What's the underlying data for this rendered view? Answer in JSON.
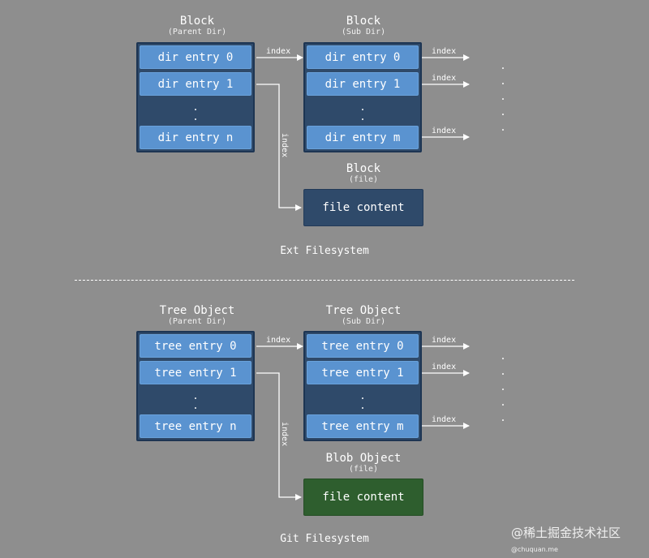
{
  "colors": {
    "background": "#8e8e8e",
    "block_fill": "#2f4a6a",
    "entry_fill": "#5a93d0",
    "file_block_fill": "#2f4a6a",
    "git_blob_fill": "#2e5e2e"
  },
  "ext": {
    "parent": {
      "title": "Block",
      "subtitle": "(Parent Dir)",
      "entries": [
        "dir entry 0",
        "dir entry 1",
        "dir entry n"
      ],
      "dots": [
        ".",
        "."
      ]
    },
    "sub": {
      "title": "Block",
      "subtitle": "(Sub Dir)",
      "entries": [
        "dir entry 0",
        "dir entry 1",
        "dir entry m"
      ],
      "dots": [
        ".",
        "."
      ]
    },
    "file": {
      "title": "Block",
      "subtitle": "(file)",
      "content": "file content"
    },
    "edge_labels": {
      "parent_to_sub": "index",
      "parent_to_file": "index",
      "out": [
        "index",
        "index",
        "index"
      ]
    },
    "trailing_dots": [
      ".",
      ".",
      ".",
      ".",
      "."
    ],
    "caption": "Ext Filesystem"
  },
  "git": {
    "parent": {
      "title": "Tree Object",
      "subtitle": "(Parent Dir)",
      "entries": [
        "tree entry 0",
        "tree entry 1",
        "tree entry n"
      ],
      "dots": [
        ".",
        "."
      ]
    },
    "sub": {
      "title": "Tree Object",
      "subtitle": "(Sub Dir)",
      "entries": [
        "tree entry 0",
        "tree entry 1",
        "tree entry m"
      ],
      "dots": [
        ".",
        "."
      ]
    },
    "file": {
      "title": "Blob Object",
      "subtitle": "(file)",
      "content": "file content"
    },
    "edge_labels": {
      "parent_to_sub": "index",
      "parent_to_file": "index",
      "out": [
        "index",
        "index",
        "index"
      ]
    },
    "trailing_dots": [
      ".",
      ".",
      ".",
      ".",
      "."
    ],
    "caption": "Git Filesystem"
  },
  "watermark": {
    "text": "@稀土掘金技术社区",
    "sub": "@chuquan.me"
  }
}
